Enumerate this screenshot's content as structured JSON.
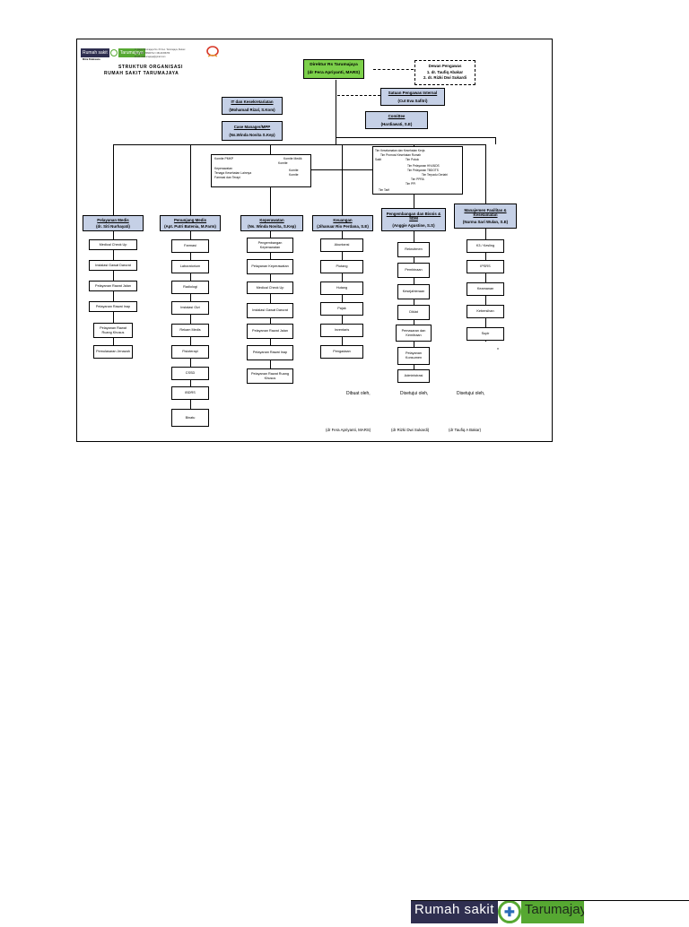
{
  "header": {
    "logo_left": "Rumah sakit",
    "logo_right": "Tarumajaya",
    "tagline": "Mitra Pelaksana",
    "address": "Jl. Raya Tarumajaya No. 63 Kec. Tarumajaya, Bekasi",
    "contact_1": "Telp. (021) 88990712 / 08123456789",
    "contact_2": "Email: rstarumajaya@gmail.com",
    "title_1": "STRUKTUR ORGANISASI",
    "title_2": "RUMAH SAKIT TARUMAJAYA"
  },
  "top": {
    "director": {
      "title": "Direktur Rs Tarumajaya",
      "name": "(dr Fera Apriyanti, MARS)"
    },
    "supervisory": {
      "title": "Dewan Pengawas",
      "line1": "1. dr. Taufiq Abakar",
      "line2": "2. dr. Rizki Dwi Sukardi"
    },
    "internal": {
      "title": "Satuan Pengawas Internal",
      "name": "(Cut Eva Safitri)"
    },
    "comittee": {
      "title": "Comittee",
      "name": "(Hardiawati, S.E)"
    },
    "it": {
      "title": "IT dan Kesekretariatan",
      "name": "(Mohamad Rizal, S.Kom)"
    },
    "case": {
      "title": "Case Manager/MPP",
      "name": "(Ns.Winda Novita S.Kep)"
    }
  },
  "committee_box": {
    "left": [
      "Komite PMKP",
      "",
      "Keperawatan",
      "Tenaga Kesehatan Lainnya",
      "Farmasi dan Terapi"
    ],
    "right": [
      "Komite Medik",
      "Komite",
      "",
      "Komite",
      "Komite"
    ]
  },
  "teams_box": [
    "Tim Keselamatan dan Kesehatan Kerja",
    "Tim Promosi Kesehatan Rumah",
    "Sakit",
    "Tim Pokok",
    "Tim Pelayanan HIV/AIDS",
    "Tim Pelayanan TBDOTS",
    "Tim Terpadu Geriatri",
    "Tim PPRA",
    "Tim PPI",
    "Tim Tarif"
  ],
  "departments": [
    {
      "title": "Pelayanan Medis",
      "head": "(dr. Siti Nurhayati)",
      "items": [
        "Medical Check Up",
        "Instalasi Gawat Darurat",
        "Pelayanan Rawat Jalan",
        "Pelayanan Rawat Inap",
        "Pelayanan Rawat Ruang Khusus",
        "Pemulasaran Jenazah"
      ]
    },
    {
      "title": "Penunjang Medis",
      "head": "(Apt. Putri Batenia, M.Farm)",
      "items": [
        "Farmasi",
        "Laboratorium",
        "Radiologi",
        "Instalasi Gizi",
        "Rekam Medis",
        "Fisioterapi",
        "CSSD",
        "IBDRS",
        "Binatu"
      ]
    },
    {
      "title": "Keperawatan",
      "head": "(Ns. Winda Novita, S.Kep)",
      "items": [
        "Pengembangan Keperawatan",
        "Pelayanan Keperawatan",
        "Medical Check Up",
        "Instalasi Gawat Darurat",
        "Pelayanan Rawat Jalan",
        "Pelayanan Rawat Inap",
        "Pelayanan Rawat Ruang Khusus"
      ]
    },
    {
      "title": "Keuangan",
      "head": "(Jihanuar Rio Perdana, S.E)",
      "items": [
        "Akuntansi",
        "Piutang",
        "Hutang",
        "Pajak",
        "Inventaris",
        "Pengadaan"
      ]
    },
    {
      "title": "Pengembangan dan Bisnis & SDM",
      "head": "(Anggie Agustine, S.S)",
      "items": [
        "Rekruitmen",
        "Pembinaan",
        "Kesejahteraan",
        "Diklat",
        "Pemasaran dan Kemitraan",
        "Pelayanan Konsumen",
        "Administrasi"
      ]
    },
    {
      "title": "Manajemen Fasilitas & Keselamatan",
      "head": "(Nurma Sari Wulan, S.E)",
      "items": [
        "K3 / Kesling",
        "IPSRS",
        "Keamanan",
        "Kebersihan",
        "Supir"
      ]
    }
  ],
  "signatures": {
    "made": "Dibuat oleh,",
    "approved1": "Disetujui oleh,",
    "approved2": "Disetujui oleh,",
    "name1": "(dr Fera Apriyanti, MARS)",
    "name2": "(dr Rizki Dwi Sukardi)",
    "name3": "(dr Taufiq A Bakar)"
  },
  "asterisk": "*",
  "colors": {
    "header_fill": "#c5d0e6",
    "director_fill": "#7cd04a",
    "logo_dark": "#2f2f50",
    "logo_green": "#56a832"
  },
  "bottom_logo": {
    "left": "Rumah sakit",
    "right": "Tarumajay"
  }
}
